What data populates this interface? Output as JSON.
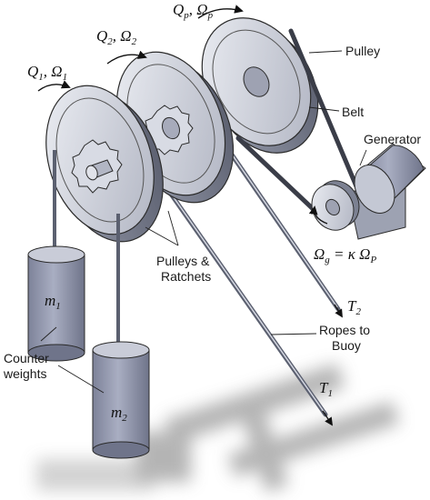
{
  "labels": {
    "q1": "Q",
    "q1_sub": "1",
    "omega1": "Ω",
    "omega1_sub": "1",
    "q2": "Q",
    "q2_sub": "2",
    "omega2": "Ω",
    "omega2_sub": "2",
    "qp": "Q",
    "qp_sub": "p",
    "omegap": "Ω",
    "omegap_sub": "p",
    "pulley": "Pulley",
    "belt": "Belt",
    "generator": "Generator",
    "omega_g": "Ω",
    "omega_g_sub": "g",
    "omega_g_eq": " = κ Ω",
    "omega_g_eq_sub": "P",
    "pulleys_ratchets_line1": "Pulleys &",
    "pulleys_ratchets_line2": "Ratchets",
    "t2": "T",
    "t2_sub": "2",
    "ropes_line1": "Ropes to",
    "ropes_line2": "Buoy",
    "t1": "T",
    "t1_sub": "1",
    "m1": "m",
    "m1_sub": "1",
    "m2": "m",
    "m2_sub": "2",
    "counter_line1": "Counter",
    "counter_line2": "weights"
  },
  "colors": {
    "metal": "#c9ccd6",
    "metal_dark": "#8e93a3",
    "metal_light": "#e6e8ef",
    "outline": "#2b2b2b",
    "weight_body": "#9ea3b8",
    "shadow": "#bfbfbf"
  }
}
